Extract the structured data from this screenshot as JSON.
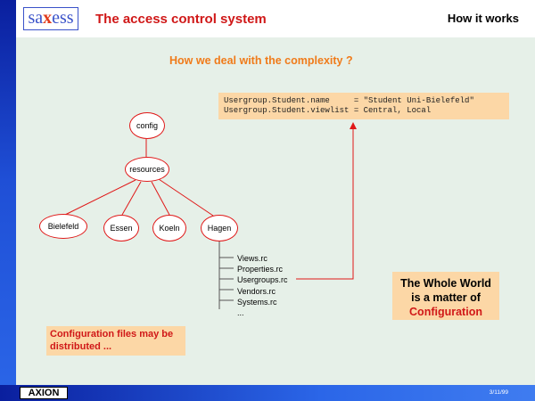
{
  "header": {
    "logo_prefix": "sa",
    "logo_x": "x",
    "logo_suffix": "ess",
    "title": "The access control system",
    "section": "How it works"
  },
  "subtitle": "How we deal with the complexity ?",
  "config_box": {
    "line1": "Usergroup.Student.name     = \"Student Uni-Bielefeld\"",
    "line2": "Usergroup.Student.viewlist = Central, Local"
  },
  "tree": {
    "root": "config",
    "resources": "resources",
    "children": [
      "Bielefeld",
      "Essen",
      "Koeln",
      "Hagen"
    ]
  },
  "files": [
    "Views.rc",
    "Properties.rc",
    "Usergroups.rc",
    "Vendors.rc",
    "Systems.rc",
    "..."
  ],
  "world_box": {
    "line1": "The Whole World",
    "line2": "is a matter of",
    "line3": "Configuration"
  },
  "distributed_note": "Configuration files may be distributed ...",
  "footer": {
    "logo": "AXION",
    "date": "3/11/99"
  },
  "colors": {
    "title_red": "#d01818",
    "orange_text": "#f07b1a",
    "box_fill": "#fcd7a6",
    "content_bg": "#e6f0e8",
    "blue_bar": "#1f4fd6"
  }
}
